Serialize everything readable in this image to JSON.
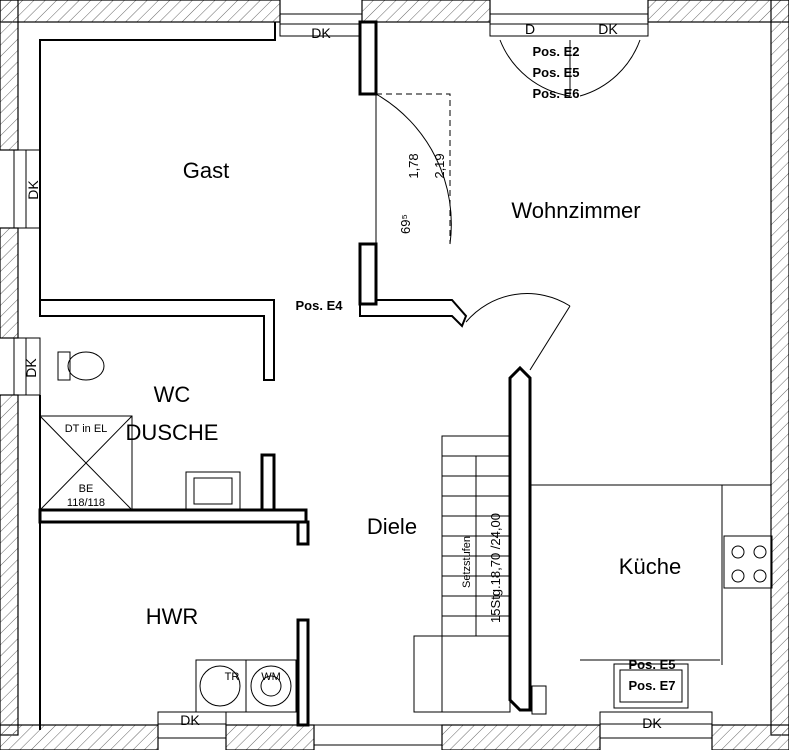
{
  "rooms": {
    "gast": "Gast",
    "wohnzimmer": "Wohnzimmer",
    "wc_line1": "WC",
    "wc_line2": "DUSCHE",
    "diele": "Diele",
    "kueche": "Küche",
    "hwr": "HWR"
  },
  "windows": {
    "top_left": "DK",
    "top_right_d": "D",
    "top_right_dk": "DK",
    "left_upper": "DK",
    "left_wc": "DK",
    "bottom_hwr": "DK",
    "bottom_kueche": "DK"
  },
  "positions": {
    "e2": "Pos. E2",
    "e5_top": "Pos. E5",
    "e6": "Pos. E6",
    "e4": "Pos. E4",
    "e5_kitchen": "Pos. E5",
    "e7": "Pos. E7"
  },
  "dimensions": {
    "door_height_1": "1,78",
    "door_height_2": "2,19",
    "door_width": "69⁵"
  },
  "shower": {
    "label_top": "DT in EL",
    "label_be": "BE",
    "size": "118/118"
  },
  "stairs": {
    "steps": "15Stg.18,70 /24,00",
    "risers": "Setzstufen"
  },
  "appliances": {
    "dryer": "TR",
    "washer": "WM"
  }
}
